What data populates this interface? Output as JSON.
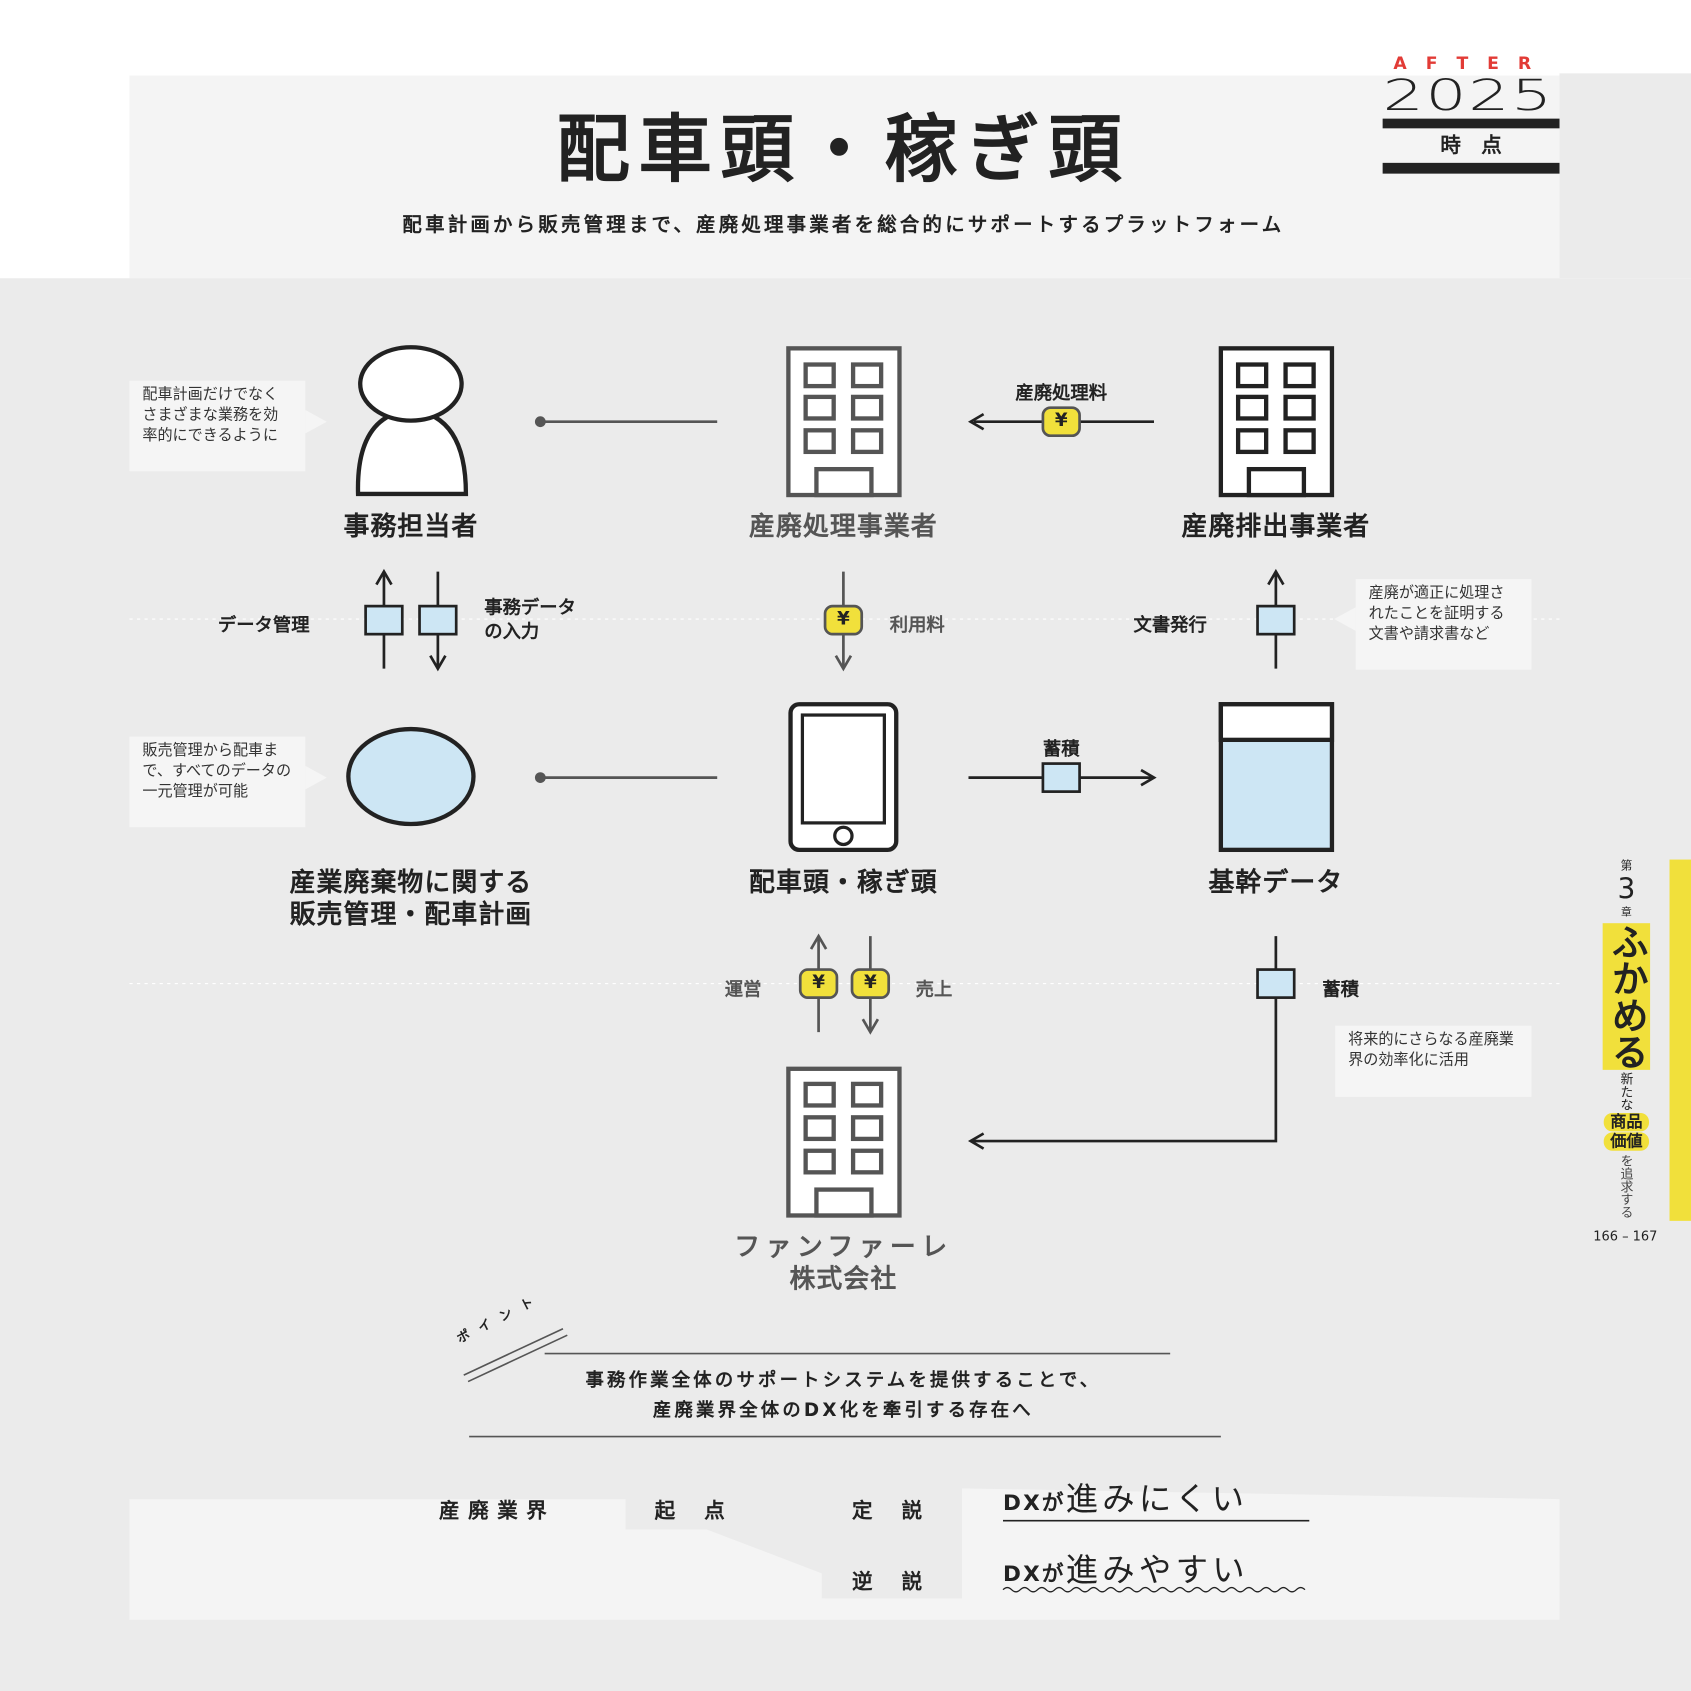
{
  "badge": {
    "after": "A F T E R",
    "year": "2025",
    "point": "時　点"
  },
  "header": {
    "title": "配車頭・稼ぎ頭",
    "subtitle": "配車計画から販売管理まで、産廃処理事業者を総合的にサポートするプラットフォーム"
  },
  "nodes": {
    "clerk": "事務担当者",
    "processor": "産廃処理事業者",
    "emitter": "産廃排出事業者",
    "sales_line1": "産業廃棄物に関する",
    "sales_line2": "販売管理・配車計画",
    "app": "配車頭・稼ぎ頭",
    "core_data": "基幹データ",
    "company_line1": "ファンファーレ",
    "company_line2": "株式会社"
  },
  "notes": {
    "clerk": "配車計画だけでなくさまざまな業務を効率的にできるように",
    "sales": "販売管理から配車まで、すべてのデータの一元管理が可能",
    "document": "産廃が適正に処理されたことを証明する文書や請求書など",
    "future": "将来的にさらなる産廃業界の効率化に活用"
  },
  "flows": {
    "disposal_fee": "産廃処理料",
    "data_management": "データ管理",
    "clerk_input_1": "事務データ",
    "clerk_input_2": "の入力",
    "usage_fee": "利用料",
    "document_issue": "文書発行",
    "accumulate_1": "蓄積",
    "operation": "運営",
    "sales": "売上",
    "accumulate_2": "蓄積",
    "yen": "¥"
  },
  "point": {
    "tag": "ポイント",
    "line1": "事務作業全体のサポートシステムを提供することで、",
    "line2": "産廃業界全体のDX化を牽引する存在へ"
  },
  "bottom": {
    "industry": "産廃業界",
    "origin": "起　点",
    "conventional": "定　説",
    "conventional_text_a": "DXが",
    "conventional_text_b": "進みにくい",
    "reverse": "逆　説",
    "reverse_text_a": "DXが",
    "reverse_text_b": "進みやすい"
  },
  "sidebar": {
    "chapter_pre": "第",
    "chapter_num": "3",
    "chapter_post": "章",
    "title": "ふかめる",
    "sub1": "新たな",
    "tag1": "商品",
    "tag2": "価値",
    "sub2": "を追求する",
    "pages": "166 – 167"
  },
  "colors": {
    "accent_yellow": "#f1e03b",
    "light_blue": "#cde6f4",
    "after_red": "#e23b36"
  }
}
